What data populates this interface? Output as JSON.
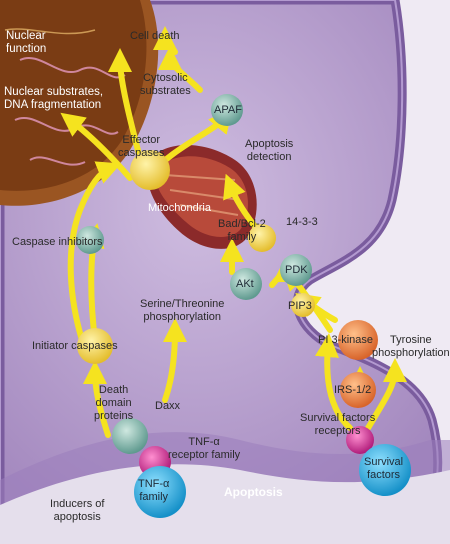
{
  "labels": {
    "nuclear_function": "Nuclear\nfunction",
    "cell_death": "Cell death",
    "cytosolic_substrates": "Cytosolic\nsubstrates",
    "nuclear_substrates": "Nuclear substrates,\nDNA fragmentation",
    "apaf": "APAF",
    "effector_caspases": "Effector\ncaspases",
    "apoptosis_detection": "Apoptosis\ndetection",
    "mitochondria": "Mitochondria",
    "bad_bcl2": "Bad/Bcl-2\nfamily",
    "protein_14_3_3": "14-3-3",
    "caspase_inhibitors": "Caspase inhibitors",
    "pdk": "PDK",
    "akt": "AKt",
    "ser_thr": "Serine/Threonine\nphosphorylation",
    "pip3": "PIP3",
    "pi3_kinase": "PI 3-kinase",
    "tyrosine": "Tyrosine\nphosphorylation",
    "initiator_caspases": "Initiator caspases",
    "irs": "IRS-1/2",
    "death_domain": "Death\ndomain\nproteins",
    "daxx": "Daxx",
    "survival_receptors": "Survival factors\nreceptors",
    "tnf_receptor": "TNF-α\nreceptor family",
    "tnf_family": "TNF-α\nfamily",
    "apoptosis": "Apoptosis",
    "survival_factors": "Survival\nfactors",
    "inducers": "Inducers of\napoptosis"
  },
  "colors": {
    "cytoplasm": "#b59dcc",
    "membrane": "#8d6fae",
    "nucleus": "#8a4a1e",
    "arrow": "#f5e31f",
    "node_yellow": "#f2d64a",
    "node_teal": "#7fb5a8",
    "node_orange": "#e8803a",
    "mitochondria": "#8b2a2a",
    "ligand_blue": "#2aa8d8",
    "receptor_magenta": "#c0248a"
  }
}
